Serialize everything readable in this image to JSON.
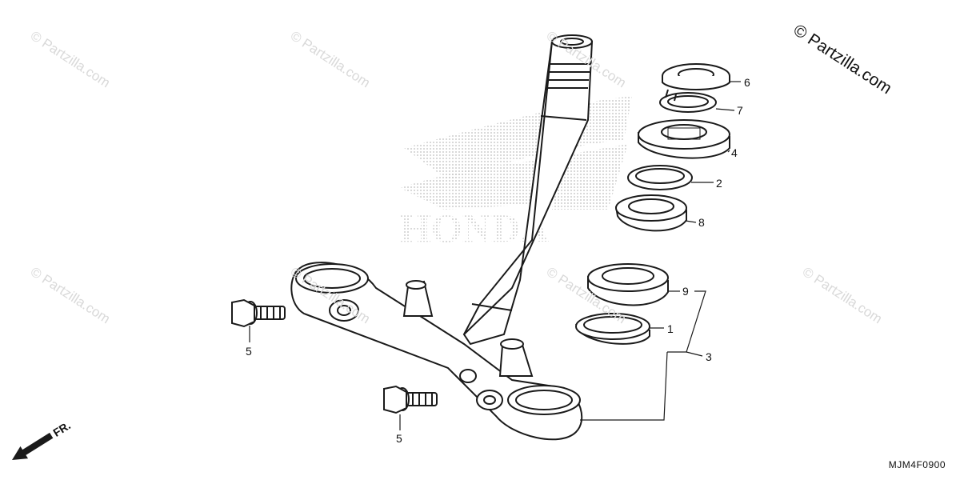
{
  "copyright": "© Partzilla.com",
  "watermark": "© Partzilla.com",
  "brand_logo": "HONDA",
  "diagram_code": "MJM4F0900",
  "direction_label": "FR.",
  "callouts": {
    "c6": "6",
    "c7": "7",
    "c4": "4",
    "c2": "2",
    "c8": "8",
    "c9": "9",
    "c1": "1",
    "c3": "3",
    "c5a": "5",
    "c5b": "5"
  },
  "colors": {
    "line": "#1a1a1a",
    "logo_dots": "#c8c8c8",
    "watermark": "#d9d9d9"
  }
}
